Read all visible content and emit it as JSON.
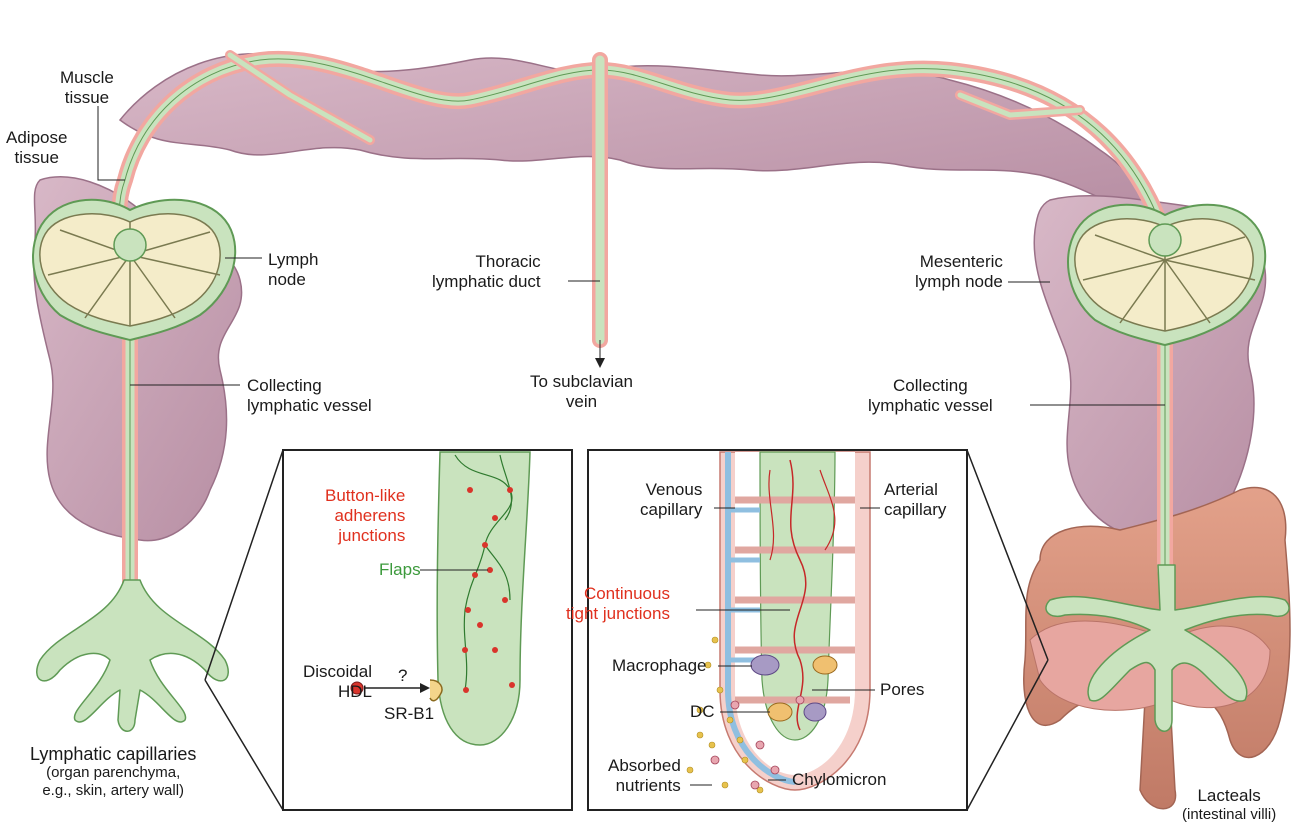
{
  "labels": {
    "muscle_tissue": [
      "Muscle",
      "tissue"
    ],
    "adipose_tissue": [
      "Adipose",
      "tissue"
    ],
    "lymph_node": [
      "Lymph",
      "node"
    ],
    "thoracic_duct": [
      "Thoracic",
      "lymphatic duct"
    ],
    "subclavian_vein": [
      "To subclavian",
      "vein"
    ],
    "mesenteric_node": [
      "Mesenteric",
      "lymph node"
    ],
    "collecting_left": [
      "Collecting",
      "lymphatic vessel"
    ],
    "collecting_right": [
      "Collecting",
      "lymphatic vessel"
    ],
    "lymphatic_capillaries": "Lymphatic capillaries",
    "lymphatic_capillaries_note": [
      "(organ parenchyma,",
      "e.g., skin, artery wall)"
    ],
    "lacteals": "Lacteals",
    "lacteals_note": "(intestinal villi)",
    "button_junctions": [
      "Button-like",
      "adherens",
      "junctions"
    ],
    "flaps": "Flaps",
    "discoidal_hdl": [
      "Discoidal",
      "HDL"
    ],
    "question_mark": "?",
    "srb1": "SR-B1",
    "venous_capillary": [
      "Venous",
      "capillary"
    ],
    "arterial_capillary": [
      "Arterial",
      "capillary"
    ],
    "tight_junctions": [
      "Continuous",
      "tight junctions"
    ],
    "macrophage": "Macrophage",
    "pores": "Pores",
    "dc": "DC",
    "absorbed_nutrients": [
      "Absorbed",
      "nutrients"
    ],
    "chylomicron": "Chylomicron"
  },
  "colors": {
    "lymph_green": "#c9e3be",
    "lymph_outline": "#5f9a55",
    "vessel_pink": "#f2a7a0",
    "tissue_mauve": "#c8a3b5",
    "tissue_outline": "#9b7188",
    "node_cream": "#f4ecc9",
    "accent_red": "#e0301e",
    "label_green": "#3c9a3c",
    "venous_blue": "#8fbfe0",
    "intestine": "#d9917b"
  }
}
